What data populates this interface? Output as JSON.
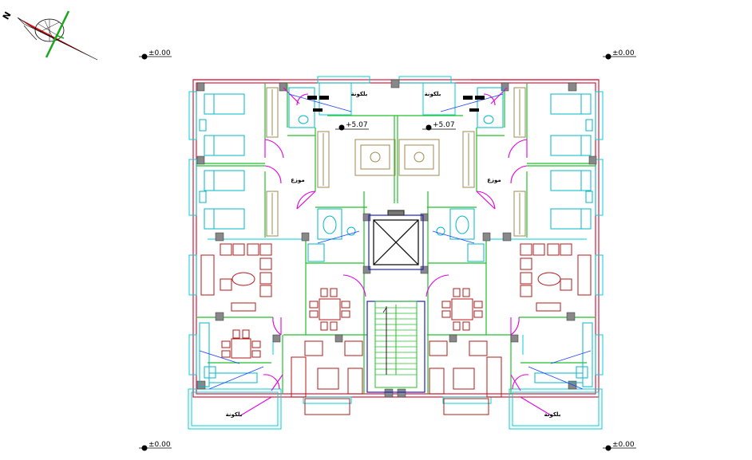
{
  "compass": {
    "letter": "N"
  },
  "levels": {
    "ground": "±0.00",
    "floor": "+5.07"
  },
  "rooms": {
    "balcony": "بلكونة",
    "corridor": "موزع"
  },
  "colors": {
    "wall": "#d81b3c",
    "window": "#00d0d8",
    "partition": "#22c02a",
    "door": "#e000e0",
    "furniture": "#b01818",
    "wardrobe": "#a08850",
    "stair": "#2020c0",
    "compass": "#e01010"
  }
}
